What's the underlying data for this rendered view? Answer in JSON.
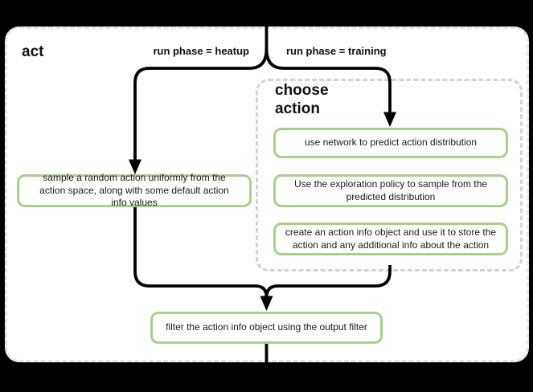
{
  "diagram": {
    "title": "act",
    "branch_labels": {
      "heatup": "run phase = heatup",
      "training": "run phase = training"
    },
    "group": {
      "title": "choose action"
    },
    "nodes": {
      "random_action": "sample a random action uniformly from the action space, along with some default action info values",
      "predict_distribution": "use network to predict action distribution",
      "exploration_policy": "Use the exploration policy to sample from the predicted distribution",
      "create_action_info": "create an action info object and use it to store the action and any additional info about the action",
      "filter_output": "filter the action info object using the output filter"
    },
    "colors": {
      "background": "#000000",
      "panel_fill": "#ffffff",
      "panel_border": "#e6e6e6",
      "group_border": "#d4d4d4",
      "node_border": "#a8d08c",
      "connector": "#000000",
      "text": "#1a1a1a"
    }
  }
}
